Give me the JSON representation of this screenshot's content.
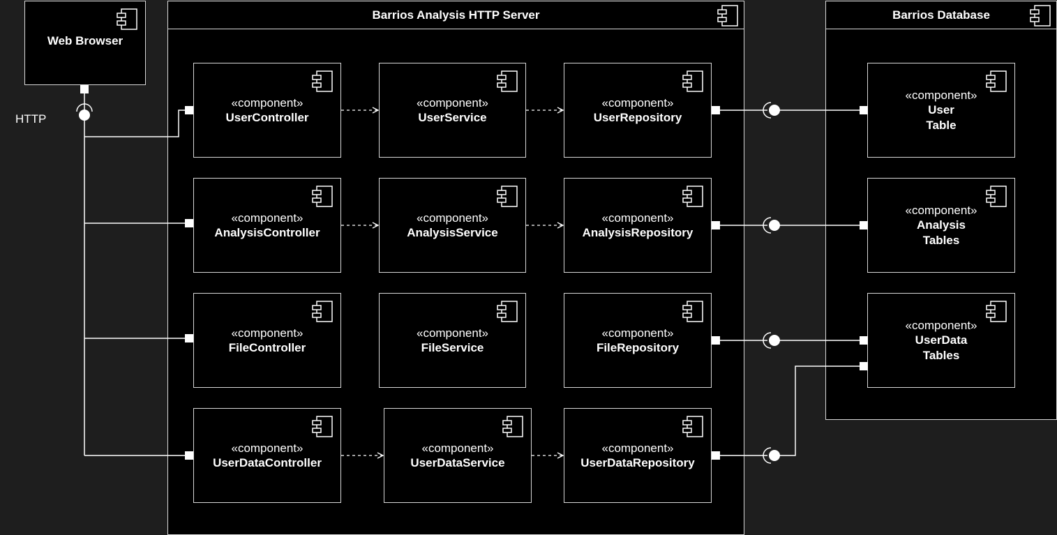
{
  "icon": "component-icon",
  "web_browser": {
    "name": "Web Browser"
  },
  "http_label": "HTTP",
  "server": {
    "title": "Barrios Analysis HTTP Server"
  },
  "database": {
    "title": "Barrios Database"
  },
  "stereotype": "«component»",
  "controllers": [
    {
      "name": "UserController"
    },
    {
      "name": "AnalysisController"
    },
    {
      "name": "FileController"
    },
    {
      "name": "UserDataController"
    }
  ],
  "services": [
    {
      "name": "UserService"
    },
    {
      "name": "AnalysisService"
    },
    {
      "name": "FileService"
    },
    {
      "name": "UserDataService"
    }
  ],
  "repositories": [
    {
      "name": "UserRepository"
    },
    {
      "name": "AnalysisRepository"
    },
    {
      "name": "FileRepository"
    },
    {
      "name": "UserDataRepository"
    }
  ],
  "tables": [
    {
      "line1": "User",
      "line2": "Table"
    },
    {
      "line1": "Analysis",
      "line2": "Tables"
    },
    {
      "line1": "UserData",
      "line2": "Tables"
    }
  ]
}
